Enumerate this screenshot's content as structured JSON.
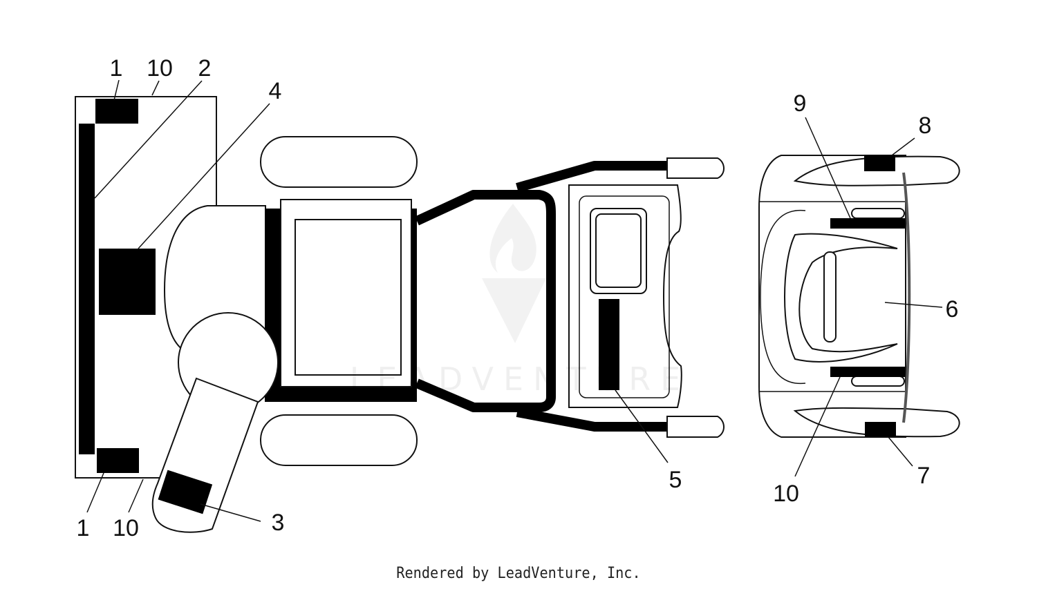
{
  "diagram": {
    "callouts": [
      {
        "id": "c1a",
        "text": "1"
      },
      {
        "id": "c10a",
        "text": "10"
      },
      {
        "id": "c2",
        "text": "2"
      },
      {
        "id": "c4",
        "text": "4"
      },
      {
        "id": "c1b",
        "text": "1"
      },
      {
        "id": "c10b",
        "text": "10"
      },
      {
        "id": "c3",
        "text": "3"
      },
      {
        "id": "c5",
        "text": "5"
      },
      {
        "id": "c9",
        "text": "9"
      },
      {
        "id": "c8",
        "text": "8"
      },
      {
        "id": "c6",
        "text": "6"
      },
      {
        "id": "c7",
        "text": "7"
      },
      {
        "id": "c10c",
        "text": "10"
      }
    ]
  },
  "watermark": {
    "text": "LEADVENTURE"
  },
  "footer": {
    "text": "Rendered by LeadVenture, Inc."
  }
}
